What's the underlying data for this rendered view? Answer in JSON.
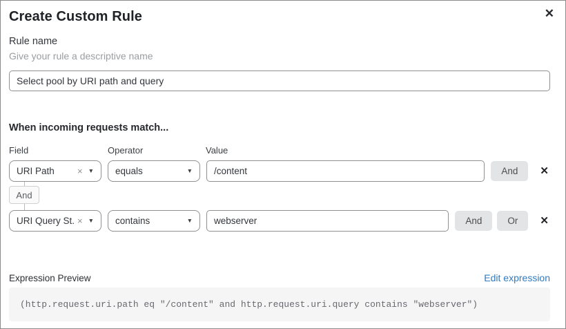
{
  "dialog": {
    "title": "Create Custom Rule"
  },
  "icons": {
    "close": "✕",
    "clear": "×",
    "caret": "▼",
    "delete": "✕"
  },
  "rule_name": {
    "label": "Rule name",
    "hint": "Give your rule a descriptive name",
    "value": "Select pool by URI path and query"
  },
  "match": {
    "heading": "When incoming requests match...",
    "columns": {
      "field": "Field",
      "operator": "Operator",
      "value": "Value"
    },
    "connector_label": "And",
    "rows": [
      {
        "field": "URI Path",
        "operator": "equals",
        "value": "/content",
        "buttons": [
          "And"
        ]
      },
      {
        "field": "URI Query St...",
        "operator": "contains",
        "value": "webserver",
        "buttons": [
          "And",
          "Or"
        ]
      }
    ]
  },
  "expression": {
    "label": "Expression Preview",
    "edit_link": "Edit expression",
    "code": "(http.request.uri.path eq \"/content\" and http.request.uri.query contains \"webserver\")"
  },
  "colors": {
    "link_blue": "#2f7bbf",
    "button_gray": "#e3e4e5",
    "border_gray": "#8d8f92",
    "code_bg": "#f5f5f6"
  }
}
